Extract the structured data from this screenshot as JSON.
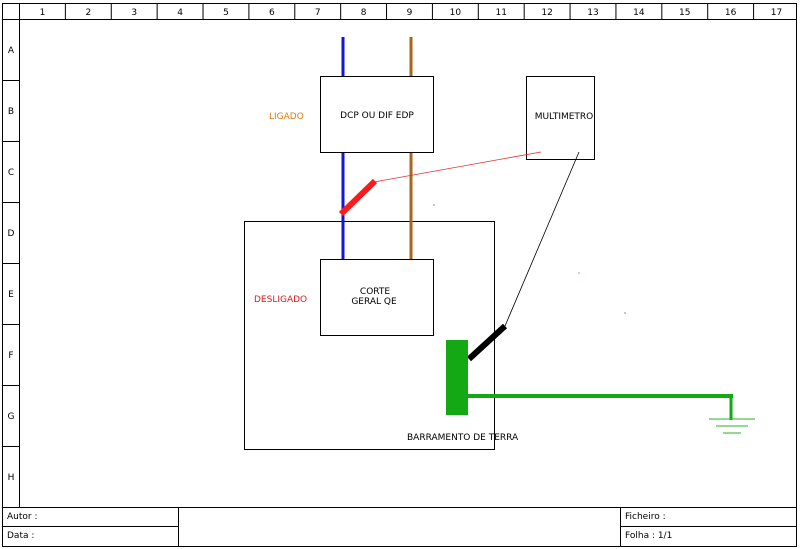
{
  "grid": {
    "columns": [
      "1",
      "2",
      "3",
      "4",
      "5",
      "6",
      "7",
      "8",
      "9",
      "10",
      "11",
      "12",
      "13",
      "14",
      "15",
      "16",
      "17"
    ],
    "rows": [
      "A",
      "B",
      "C",
      "D",
      "E",
      "F",
      "G",
      "H"
    ]
  },
  "components": {
    "dcp_box": "DCP OU DIF EDP",
    "multimeter_box": "MULTIMETRO",
    "corte_line1": "CORTE",
    "corte_line2": "GERAL QE",
    "busbar_label": "BARRAMENTO DE TERRA"
  },
  "status": {
    "on_label": "LIGADO",
    "off_label": "DESLIGADO"
  },
  "title_block": {
    "author": "Autor :",
    "date": "Data :",
    "file": "Ficheiro :",
    "sheet": "Folha : 1/1"
  },
  "colors": {
    "blue_wire": "#1515d6",
    "brown_wire": "#a8651c",
    "red_probe": "#ff1a1a",
    "black_probe": "#000000",
    "earth_green": "#14a814",
    "on_text": "#e07a10",
    "off_text": "#e01818"
  }
}
